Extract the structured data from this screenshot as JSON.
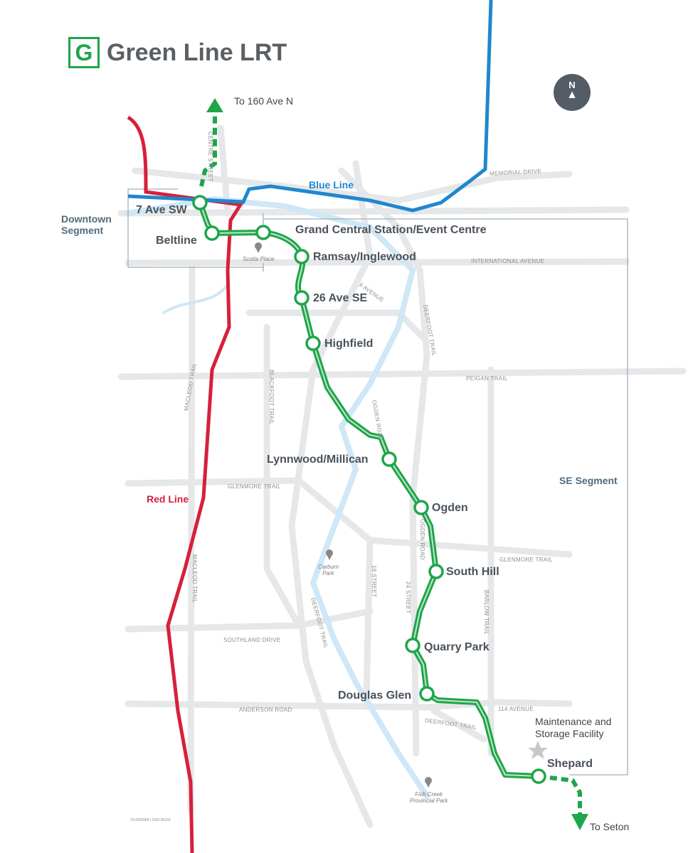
{
  "title": {
    "logo_letter": "G",
    "text": "Green Line LRT"
  },
  "north_arrow": {
    "label": "N"
  },
  "colors": {
    "green_line": "#1fa54a",
    "blue_line": "#1f87cf",
    "red_line": "#d6203b",
    "roads": "#e4e5e6",
    "river": "#cde6f5",
    "segment_bracket": "#8fa4b4"
  },
  "lines": {
    "blue": "Blue Line",
    "red": "Red Line"
  },
  "segments": {
    "downtown_l1": "Downtown",
    "downtown_l2": "Segment",
    "se": "SE Segment"
  },
  "directions": {
    "north": "To 160 Ave N",
    "south": "To Seton"
  },
  "stations": [
    "7 Ave SW",
    "Beltline",
    "Grand Central Station/Event Centre",
    "Ramsay/Inglewood",
    "26 Ave SE",
    "Highfield",
    "Lynnwood/Millican",
    "Ogden",
    "South Hill",
    "Quarry Park",
    "Douglas Glen",
    "Shepard"
  ],
  "facility": {
    "label_l1": "Maintenance and",
    "label_l2": "Storage Facility",
    "icon": "star-icon"
  },
  "roads": [
    "CENTRE STREET",
    "MEMORIAL DRIVE",
    "INTERNATIONAL AVENUE",
    "9 AVENUE",
    "DEERFOOT TRAIL",
    "PEIGAN TRAIL",
    "BLACKFOOT TRAIL",
    "MACLEOD TRAIL",
    "OGDEN ROAD",
    "GLENMORE TRAIL",
    "GLENMORE TRAIL",
    "OGDEN ROAD",
    "18 STREET",
    "24 STREET",
    "BARLOW TRAIL",
    "MACLEOD TRAIL",
    "SOUTHLAND DRIVE",
    "DEERFOOT TRAIL",
    "ANDERSON ROAD",
    "114 AVENUE",
    "DEERFOOT TRAIL"
  ],
  "places": {
    "scotia": "Scotia Place",
    "carburn_l1": "Carburn",
    "carburn_l2": "Park",
    "fishcreek_l1": "Fish Creek",
    "fishcreek_l2": "Provincial Park"
  },
  "footer_code": "23-0035084 | CRV-35159"
}
